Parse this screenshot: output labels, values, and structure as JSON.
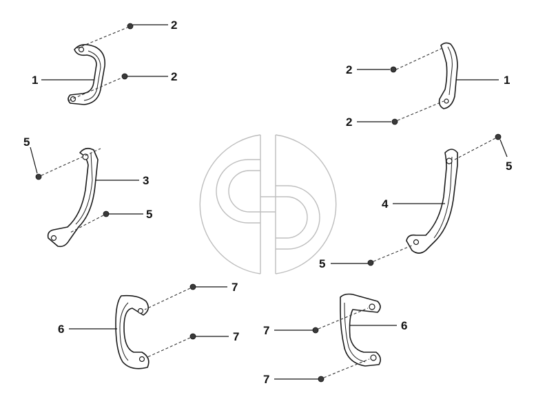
{
  "callouts": {
    "c1": "1",
    "c2": "2",
    "c3": "2",
    "c4": "2",
    "c5": "1",
    "c6": "2",
    "c7": "5",
    "c8": "3",
    "c9": "5",
    "c10": "5",
    "c11": "4",
    "c12": "5",
    "c13": "7",
    "c14": "6",
    "c15": "7",
    "c16": "7",
    "c17": "6",
    "c18": "7"
  },
  "colors": {
    "line": "#1a1a1a",
    "watermark": "#bdbdbd",
    "background": "#ffffff"
  },
  "icons": {
    "watermark": "brand-logo-watermark"
  }
}
